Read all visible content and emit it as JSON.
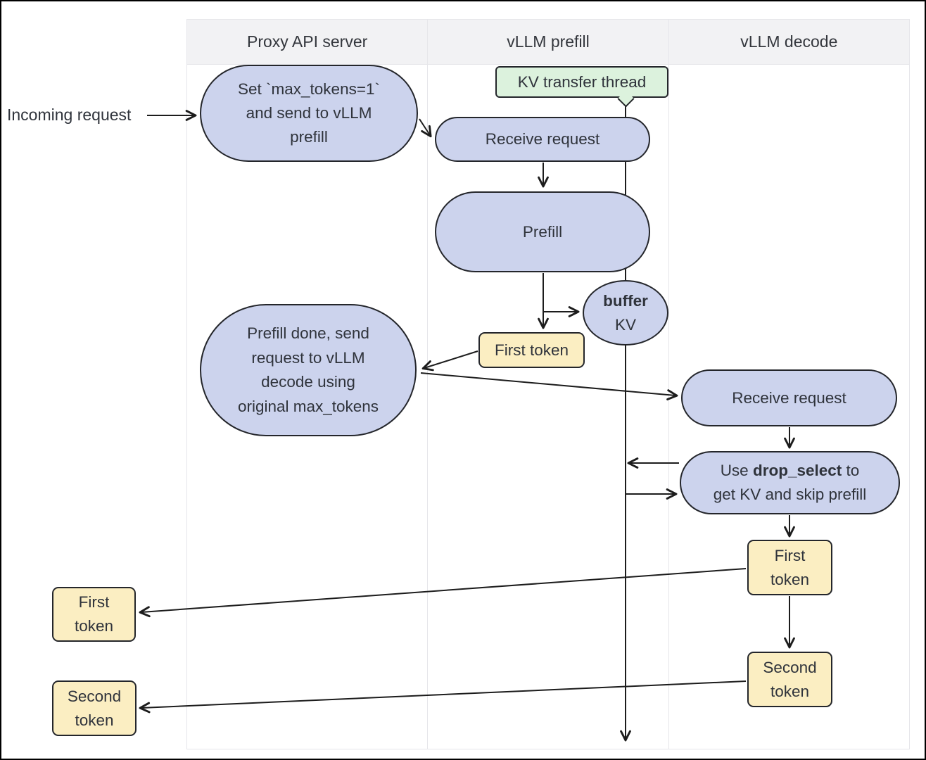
{
  "colors": {
    "node_fill": "#ccd3ed",
    "node_border": "#24262b",
    "token_fill": "#fbeec2",
    "callout_fill": "#dcf2dd",
    "lane_header_bg": "#f2f2f4",
    "lane_border": "#e6e6ea",
    "arrow": "#1c1c1c",
    "text": "#2f333b"
  },
  "lanes": [
    {
      "label": "Proxy API server"
    },
    {
      "label": "vLLM prefill"
    },
    {
      "label": "vLLM decode"
    }
  ],
  "labels": {
    "incoming_request": "Incoming request"
  },
  "nodes": {
    "set_max_tokens": {
      "lines": [
        "Set `max_tokens=1`",
        "and send to vLLM",
        "prefill"
      ]
    },
    "kv_transfer_thread": {
      "label": "KV transfer thread"
    },
    "receive_request_prefill": {
      "label": "Receive request"
    },
    "prefill": {
      "label": "Prefill"
    },
    "buffer_kv": {
      "bold": "buffer",
      "label": "KV"
    },
    "first_token_prefill": {
      "label": "First token"
    },
    "prefill_done": {
      "lines": [
        "Prefill done, send",
        "request to vLLM",
        "decode using",
        "original max_tokens"
      ]
    },
    "receive_request_decode": {
      "label": "Receive request"
    },
    "drop_select": {
      "pre": "Use ",
      "bold": "drop_select",
      "post": " to",
      "line2": "get KV and skip prefill"
    },
    "first_token_decode": {
      "lines": [
        "First",
        "token"
      ]
    },
    "second_token_decode": {
      "lines": [
        "Second",
        "token"
      ]
    },
    "first_token_out": {
      "lines": [
        "First",
        "token"
      ]
    },
    "second_token_out": {
      "lines": [
        "Second",
        "token"
      ]
    }
  }
}
